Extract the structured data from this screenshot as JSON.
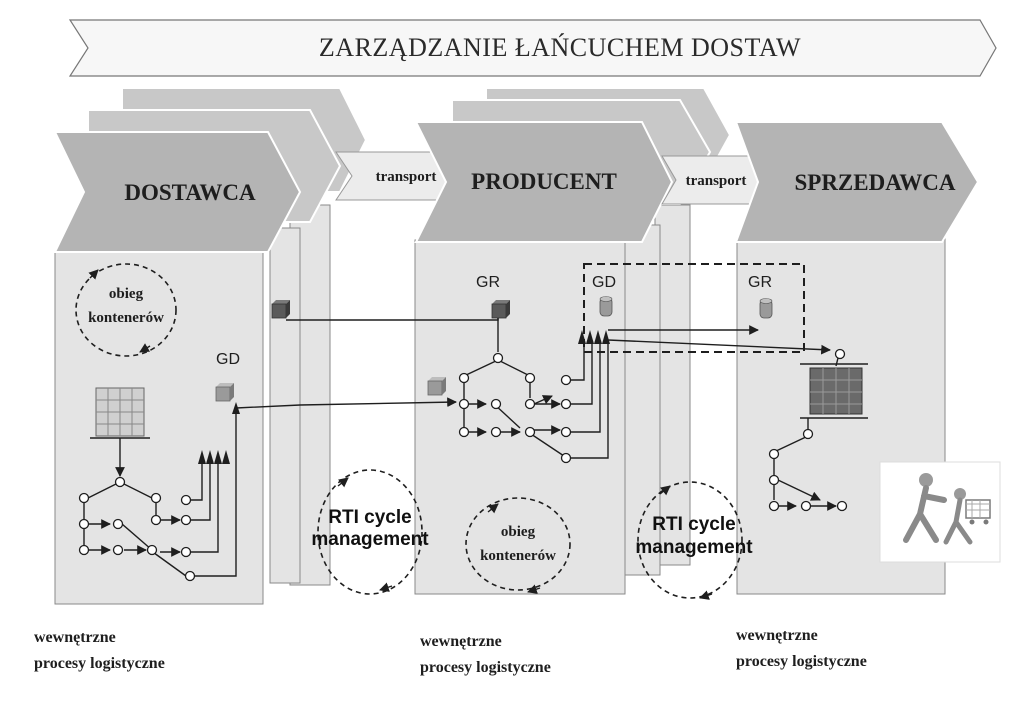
{
  "banner": {
    "title": "ZARZĄDZANIE ŁAŃCUCHEM DOSTAW"
  },
  "stages": [
    {
      "label": "DOSTAWCA"
    },
    {
      "label": "PRODUCENT"
    },
    {
      "label": "SPRZEDAWCA"
    }
  ],
  "transports": [
    {
      "label": "transport"
    },
    {
      "label": "transport"
    }
  ],
  "markers": {
    "supplier_gd": "GD",
    "producer_gr": "GR",
    "producer_gd": "GD",
    "seller_gr": "GR"
  },
  "container_cycles": [
    {
      "line1": "obieg",
      "line2": "kontenerów"
    },
    {
      "line1": "obieg",
      "line2": "kontenerów"
    }
  ],
  "rti_cycles": [
    {
      "line1": "RTI cycle",
      "line2": "management"
    },
    {
      "line1": "RTI cycle",
      "line2": "management"
    }
  ],
  "captions": [
    {
      "line1": "wewnętrzne",
      "line2": "procesy logistyczne"
    },
    {
      "line1": "wewnętrzne",
      "line2": "procesy logistyczne"
    },
    {
      "line1": "wewnętrzne",
      "line2": "procesy logistyczne"
    }
  ],
  "colors": {
    "panel": "#e4e4e4",
    "chevron": "#b4b4b4",
    "box_dark": "#5a5a5a",
    "box_light": "#9a9a9a",
    "line": "#1e1e1e"
  }
}
